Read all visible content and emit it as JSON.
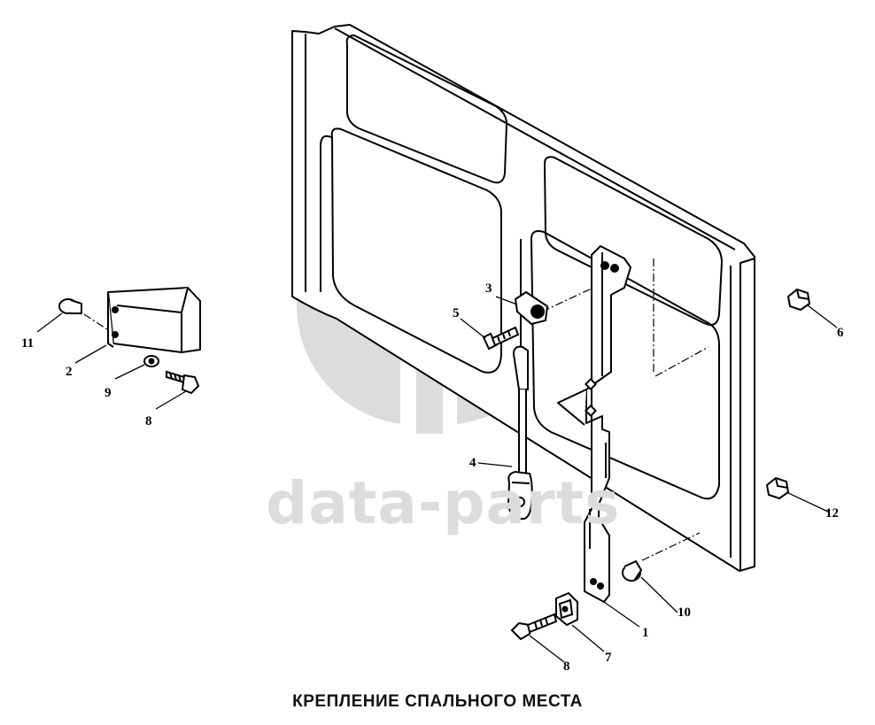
{
  "watermark": {
    "text": "data-parts",
    "logo": "dp-monogram",
    "color": "#dcdcdc"
  },
  "callouts": {
    "n1": "1",
    "n2": "2",
    "n3": "3",
    "n4": "4",
    "n5": "5",
    "n6": "6",
    "n7": "7",
    "n8a": "8",
    "n8b": "8",
    "n9": "9",
    "n10": "10",
    "n11": "11",
    "n12": "12"
  },
  "caption": "КРЕПЛЕНИЕ СПАЛЬНОГО МЕСТА"
}
